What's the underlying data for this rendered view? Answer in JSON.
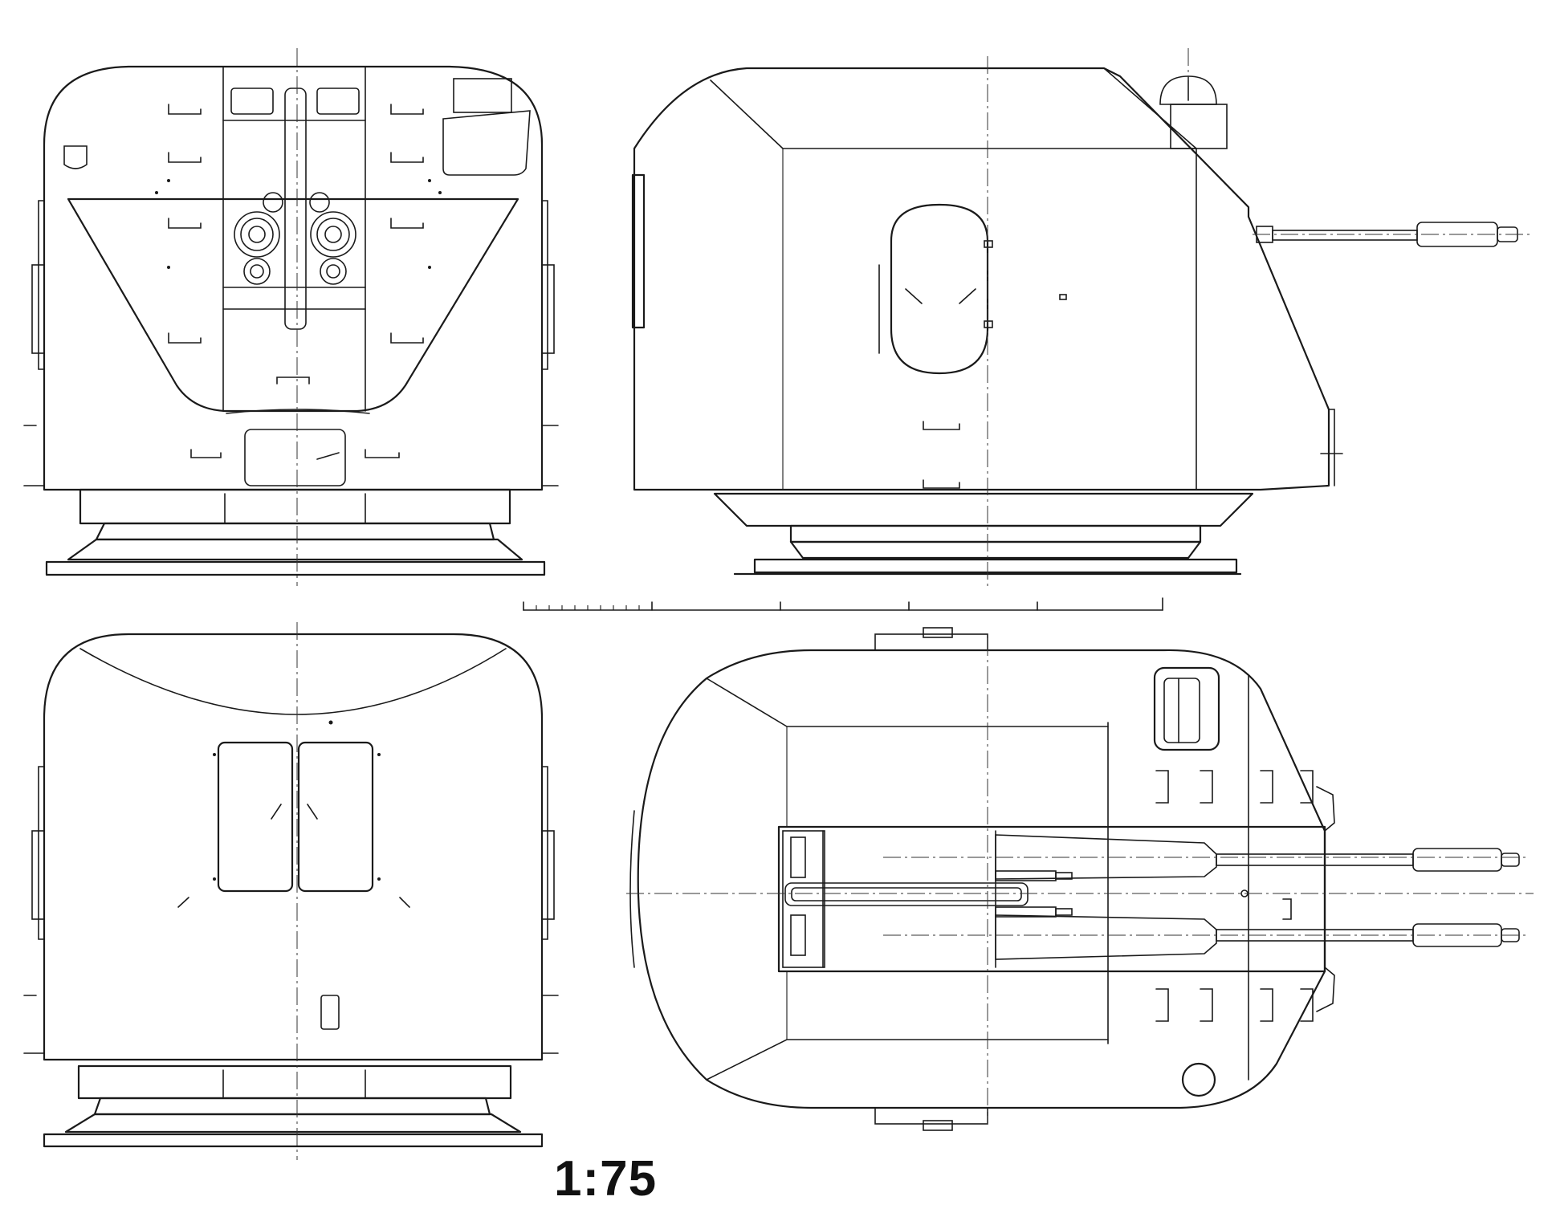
{
  "scale_label": "1:75",
  "views": [
    {
      "id": "front-view",
      "icon": "turret-front-icon"
    },
    {
      "id": "side-view",
      "icon": "turret-side-icon"
    },
    {
      "id": "rear-view",
      "icon": "turret-rear-icon"
    },
    {
      "id": "top-view",
      "icon": "turret-top-icon"
    }
  ],
  "colors": {
    "line": "#1a1a1a",
    "background": "#ffffff"
  }
}
